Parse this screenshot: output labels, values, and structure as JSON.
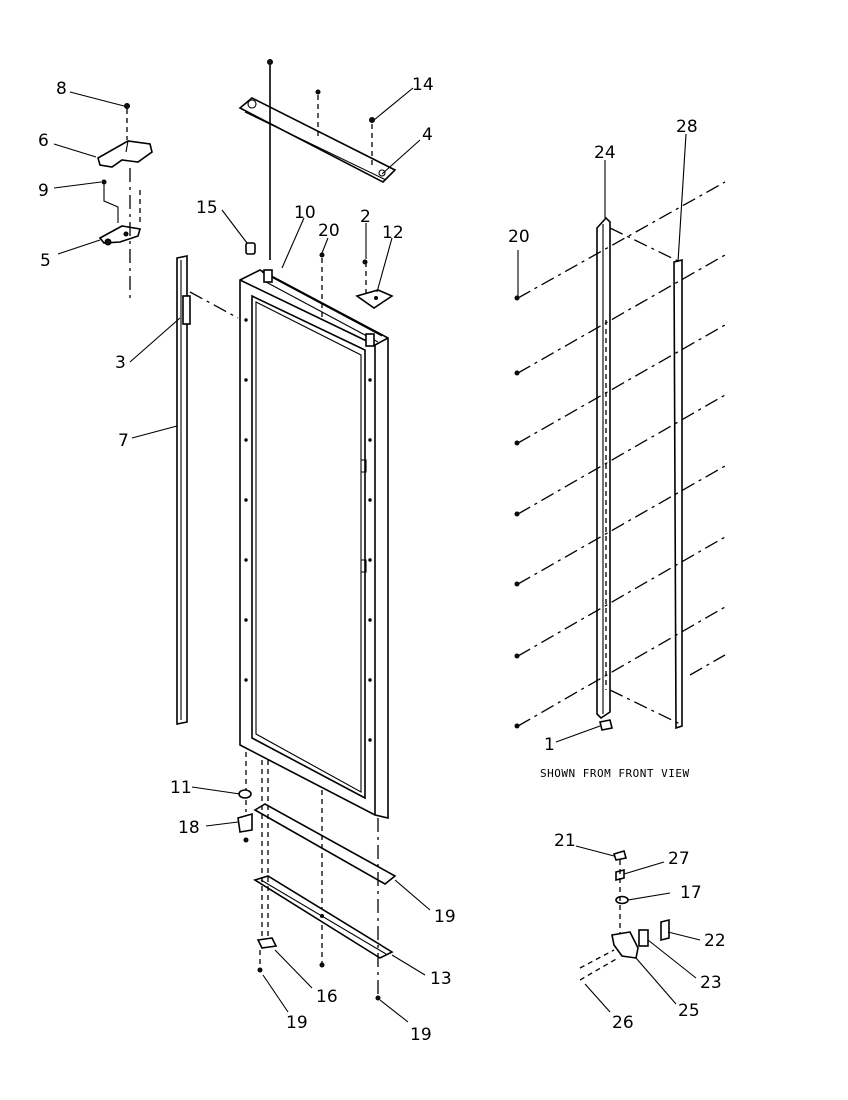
{
  "callouts": {
    "c1": "1",
    "c2": "2",
    "c3": "3",
    "c4": "4",
    "c5": "5",
    "c6": "6",
    "c7": "7",
    "c8": "8",
    "c9": "9",
    "c10": "10",
    "c11": "11",
    "c12": "12",
    "c13": "13",
    "c14": "14",
    "c15": "15",
    "c16": "16",
    "c17": "17",
    "c18": "18",
    "c19a": "19",
    "c19b": "19",
    "c19c": "19",
    "c20a": "20",
    "c20b": "20",
    "c21": "21",
    "c22": "22",
    "c23": "23",
    "c24": "24",
    "c25": "25",
    "c26": "26",
    "c27": "27",
    "c28": "28"
  },
  "caption": "SHOWN FROM FRONT VIEW"
}
